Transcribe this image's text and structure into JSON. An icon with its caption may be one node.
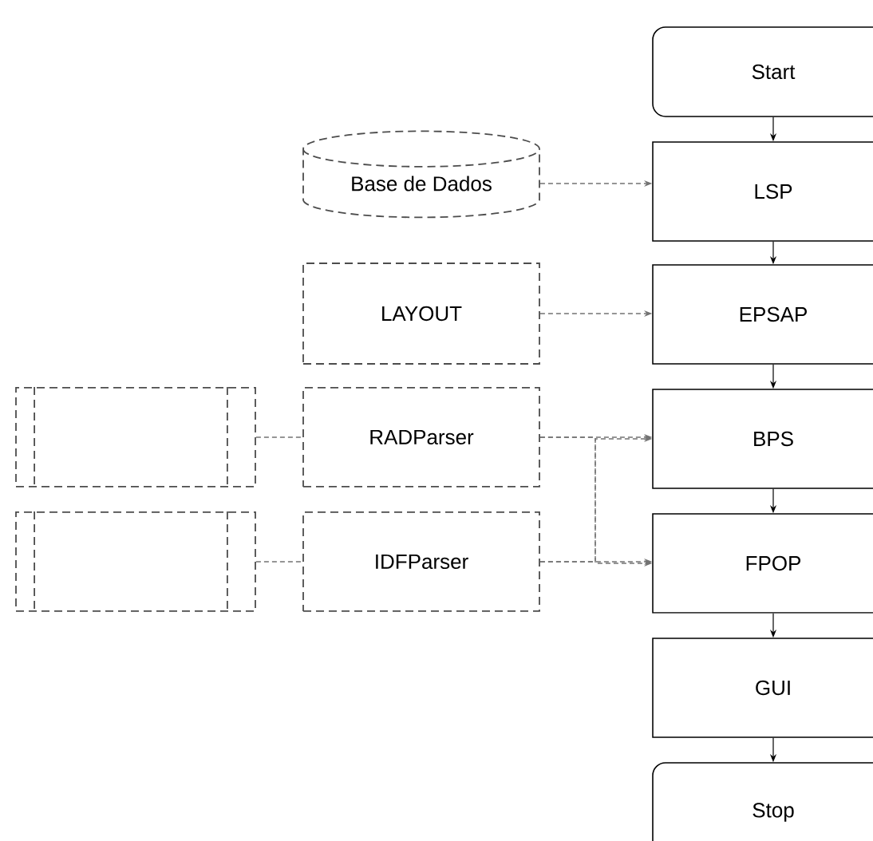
{
  "diagram": {
    "nodes": [
      {
        "text": [
          "Start"
        ]
      },
      {
        "text": [
          "Base de Dados"
        ]
      },
      {
        "text": [
          "LSP"
        ]
      },
      {
        "text": [
          "LAYOUT"
        ]
      },
      {
        "text": [
          "EPSAP"
        ]
      },
      {
        "text": [],
        "shape": "box"
      },
      {
        "text": [
          "RADParser"
        ]
      },
      {
        "text": [
          "BPS"
        ]
      },
      {
        "text": [],
        "shape": "box"
      },
      {
        "text": [
          "IDFParser"
        ]
      },
      {
        "text": [
          "FPOP"
        ]
      },
      {
        "text": [
          "GUI"
        ]
      },
      {
        "text": [
          "Stop"
        ]
      }
    ],
    "edges": [
      {
        "from": 0,
        "to": 2,
        "arrow": "to",
        "color": "#000000"
      },
      {
        "from": 2,
        "to": 4,
        "arrow": "to",
        "color": "#000000"
      },
      {
        "from": 4,
        "to": 7,
        "arrow": "to",
        "color": "#000000"
      },
      {
        "from": 7,
        "to": 10,
        "arrow": "to",
        "color": "#000000"
      },
      {
        "from": 10,
        "to": 11,
        "arrow": "to",
        "color": "#000000"
      },
      {
        "from": 11,
        "to": 12,
        "arrow": "to",
        "color": "#000000"
      },
      {
        "from": 1,
        "to": 2,
        "arrow": "to",
        "style": "dashed"
      },
      {
        "from": 3,
        "to": 4,
        "arrow": "to",
        "style": "dashed"
      },
      {
        "from": 5,
        "to": 6,
        "arrow": "none",
        "style": "dashed"
      },
      {
        "from": 8,
        "to": 9,
        "arrow": "none",
        "style": "dashed"
      },
      {
        "from": 6,
        "to": 7,
        "arrow": "to",
        "style": "dashed"
      },
      {
        "from": 6,
        "to": 10,
        "arrow": "to",
        "style": "dashed"
      },
      {
        "from": 9,
        "to": 10,
        "arrow": "to",
        "style": "dashed"
      },
      {
        "from": 9,
        "to": 7,
        "arrow": "to",
        "style": "dashed"
      }
    ]
  }
}
